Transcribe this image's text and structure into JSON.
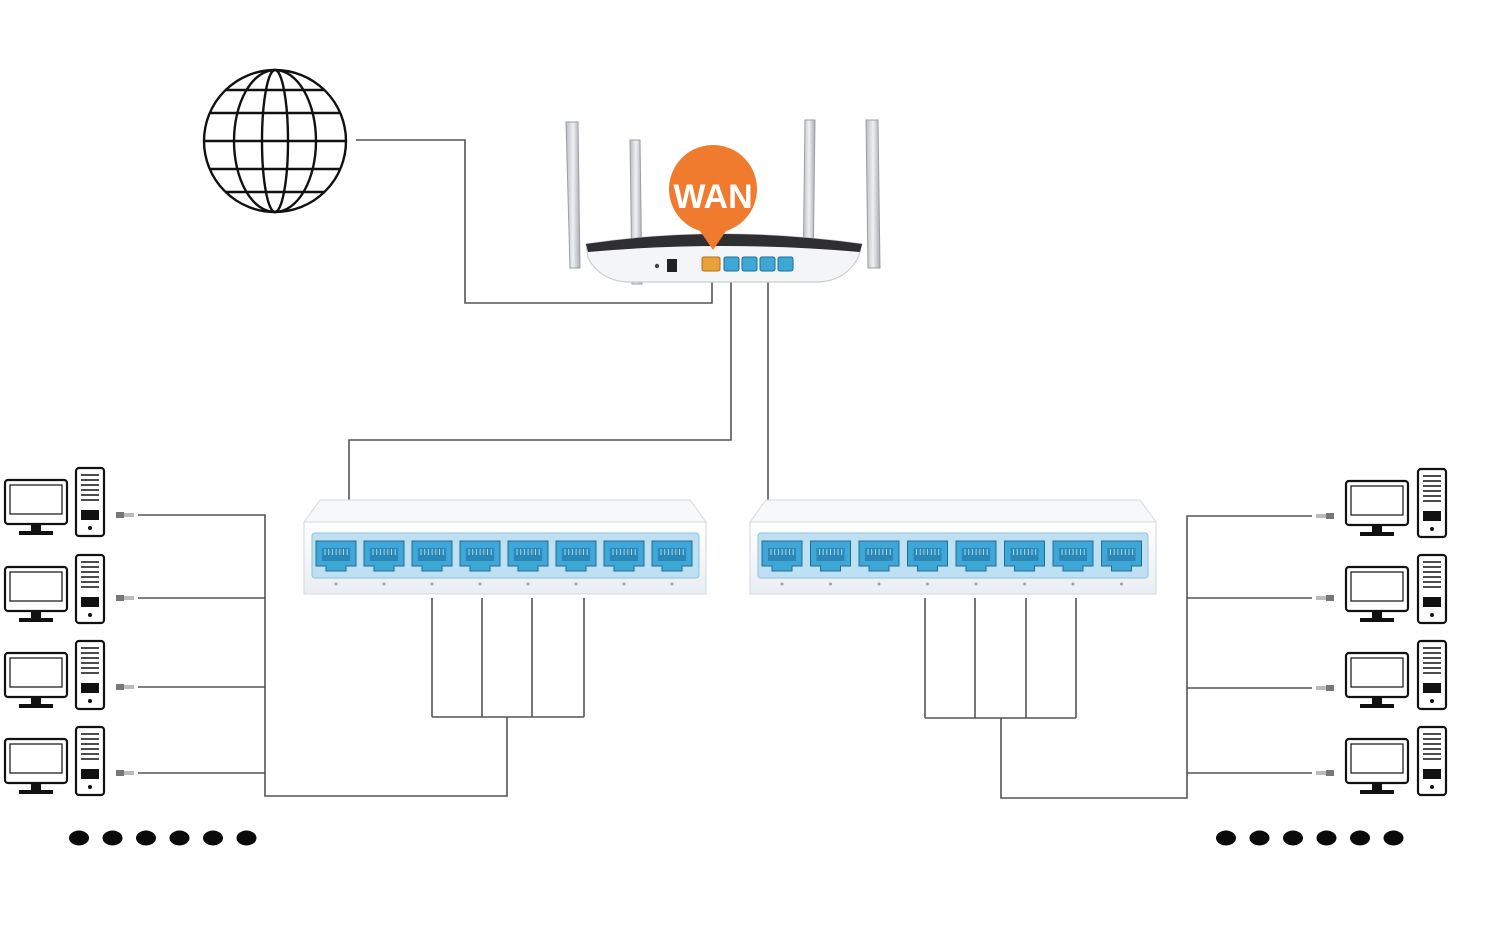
{
  "router": {
    "wan_label": "WAN",
    "lan_port_count": 4
  },
  "switches": [
    {
      "id": "left",
      "port_count": 8
    },
    {
      "id": "right",
      "port_count": 8
    }
  ],
  "computers": {
    "left_count": 4,
    "right_count": 4
  },
  "continuation_dots": {
    "left_count": 6,
    "right_count": 6
  },
  "colors": {
    "wan_badge": "#F07B2E",
    "wan_port": "#E9A13A",
    "lan_port": "#3FA7D6",
    "switch_port_panel": "#BFE0F2",
    "router_top": "#2E2E33",
    "cable": "#555555",
    "outline": "#1a1a1a"
  }
}
